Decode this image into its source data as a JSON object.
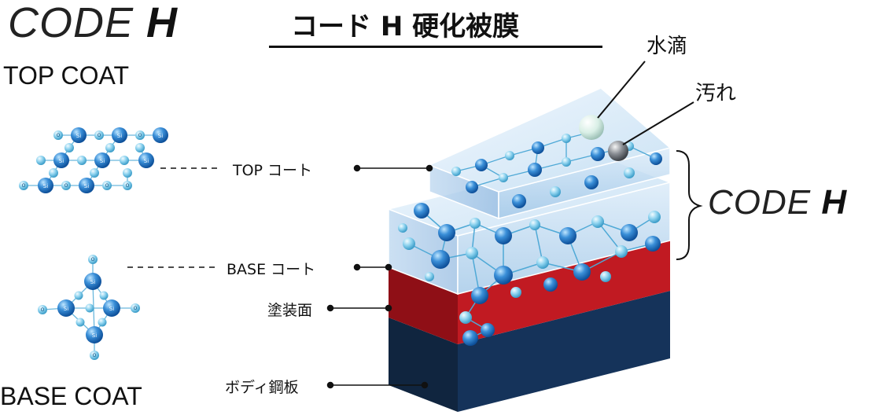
{
  "logo": {
    "code": "CODE",
    "h": "H"
  },
  "heading": "コード H 硬化被膜",
  "top_coat_title": "TOP COAT",
  "base_coat_title": "BASE COAT",
  "labels": {
    "top_coat": "TOP コート",
    "base_coat": "BASE コート",
    "painted_surface": "塗装面",
    "body_steel": "ボディ鋼板"
  },
  "annotations": {
    "water_drop": "水滴",
    "dirt": "汚れ"
  },
  "brand_right": {
    "code": "CODE",
    "h": "H"
  },
  "atoms": {
    "si": "Si",
    "o": "O"
  },
  "colors": {
    "red_layer": "#b3141c",
    "navy_layer": "#0f2a4d",
    "atom_blue": "#2a78c5",
    "atom_light": "#7cc9e6"
  }
}
